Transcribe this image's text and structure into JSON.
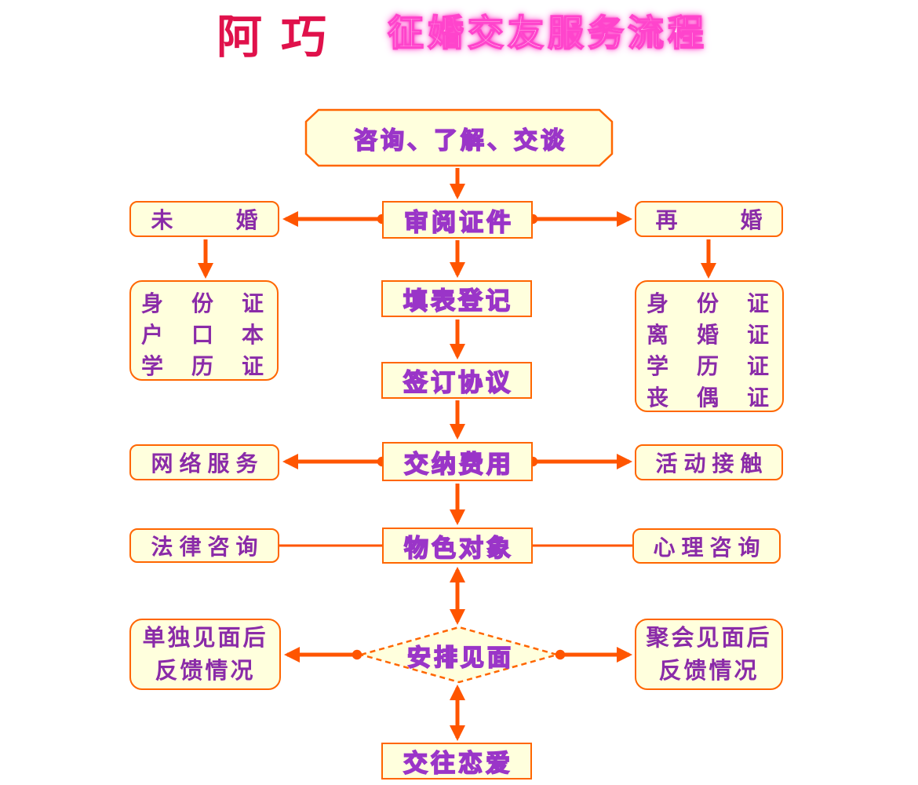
{
  "title": {
    "brand": "阿巧",
    "heading": "征婚交友服务流程"
  },
  "colors": {
    "background": "#FFFFFF",
    "box_fill": "#FFFFDD",
    "box_border": "#FF6600",
    "arrow": "#FF5500",
    "solid_text": "#8A2BA8",
    "hollow_text_stroke": "#9A35C8",
    "brand_red": "#E0114B",
    "heading_magenta": "#FF2BC4"
  },
  "nodes": {
    "consult": {
      "label": "咨询、了解、交谈"
    },
    "review": {
      "label": "审阅证件"
    },
    "unmarried": {
      "label": "未　　婚"
    },
    "remarried": {
      "label": "再　　婚"
    },
    "unmarried_docs": {
      "lines": [
        "身　份　证",
        "户　口　本",
        "学　历　证"
      ]
    },
    "remarried_docs": {
      "lines": [
        "身　份　证",
        "离　婚　证",
        "学　历　证",
        "丧　偶　证"
      ]
    },
    "register": {
      "label": "填表登记"
    },
    "agreement": {
      "label": "签订协议"
    },
    "pay": {
      "label": "交纳费用"
    },
    "network": {
      "label": "网络服务"
    },
    "activity": {
      "label": "活动接触"
    },
    "seek": {
      "label": "物色对象"
    },
    "legal": {
      "label": "法律咨询"
    },
    "psych": {
      "label": "心理咨询"
    },
    "meeting": {
      "label": "安排见面"
    },
    "solo_feedback": {
      "lines": [
        "单独见面后",
        "反馈情况"
      ]
    },
    "group_feedback": {
      "lines": [
        "聚会见面后",
        "反馈情况"
      ]
    },
    "dating": {
      "label": "交往恋爱"
    }
  }
}
